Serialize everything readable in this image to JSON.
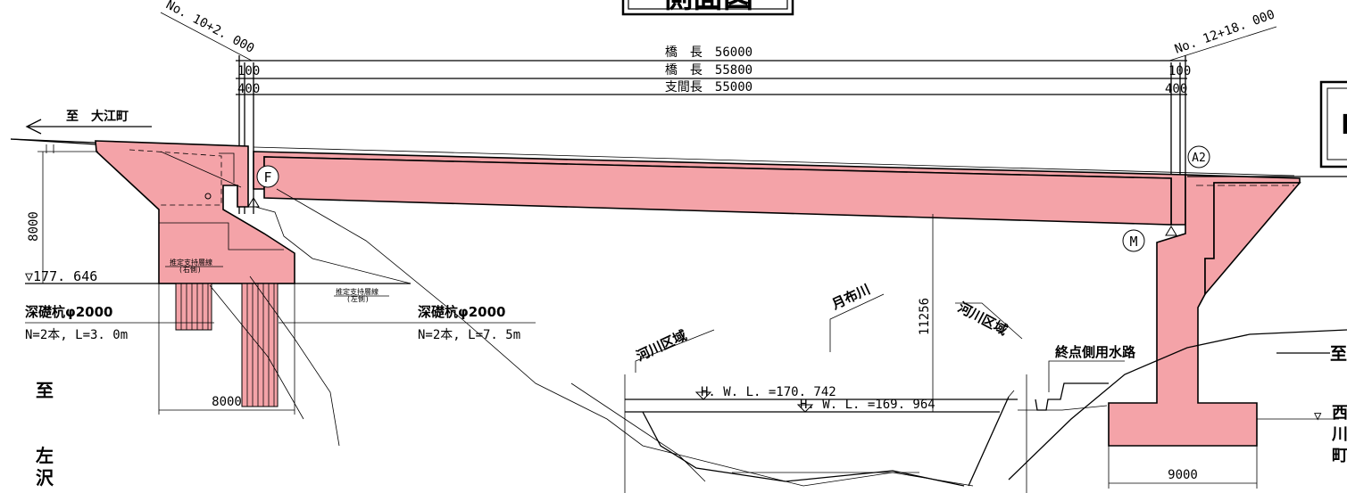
{
  "title_fragment": "側面図",
  "right_frame_fragment": "I",
  "stations": {
    "left": "No. 10+2. 000",
    "right": "No. 12+18. 000"
  },
  "dimensions": {
    "bridge_length_1": "橋　長　56000",
    "bridge_length_2": "橋　長　55800",
    "span_length": "支間長　55000",
    "left_100": "100",
    "left_400": "400",
    "right_100": "100",
    "right_400": "400",
    "height_left": "8000",
    "clearance": "11256",
    "footing_left": "8000",
    "footing_right": "9000"
  },
  "directions": {
    "left": "至　大江町",
    "bottom_left_to": "至",
    "bottom_left_place": [
      "左",
      "沢"
    ],
    "right_to": "至",
    "right_place": [
      "西",
      "川",
      "町"
    ]
  },
  "bearings": {
    "fixed": "F",
    "movable": "M",
    "abutment": "A2"
  },
  "elevations": {
    "foundation": "▽177. 646",
    "hwl_1": "H. W. L. =170. 742",
    "hwl_2": "H. W. L. =169. 964",
    "right_level": "▽"
  },
  "piles": {
    "left_title": "深礎杭φ2000",
    "left_spec": "N=2本, L=3. 0m",
    "right_title": "深礎杭φ2000",
    "right_spec": "N=2本, L=7. 5m"
  },
  "notes": {
    "support_layer_right": [
      "推定支持層線",
      "(右側)"
    ],
    "support_layer_left": [
      "推定支持層線",
      "(左側)"
    ],
    "river_name": "月布川",
    "river_area_1": "河川区域",
    "river_area_2": "河川区域",
    "channel": "終点側用水路"
  }
}
